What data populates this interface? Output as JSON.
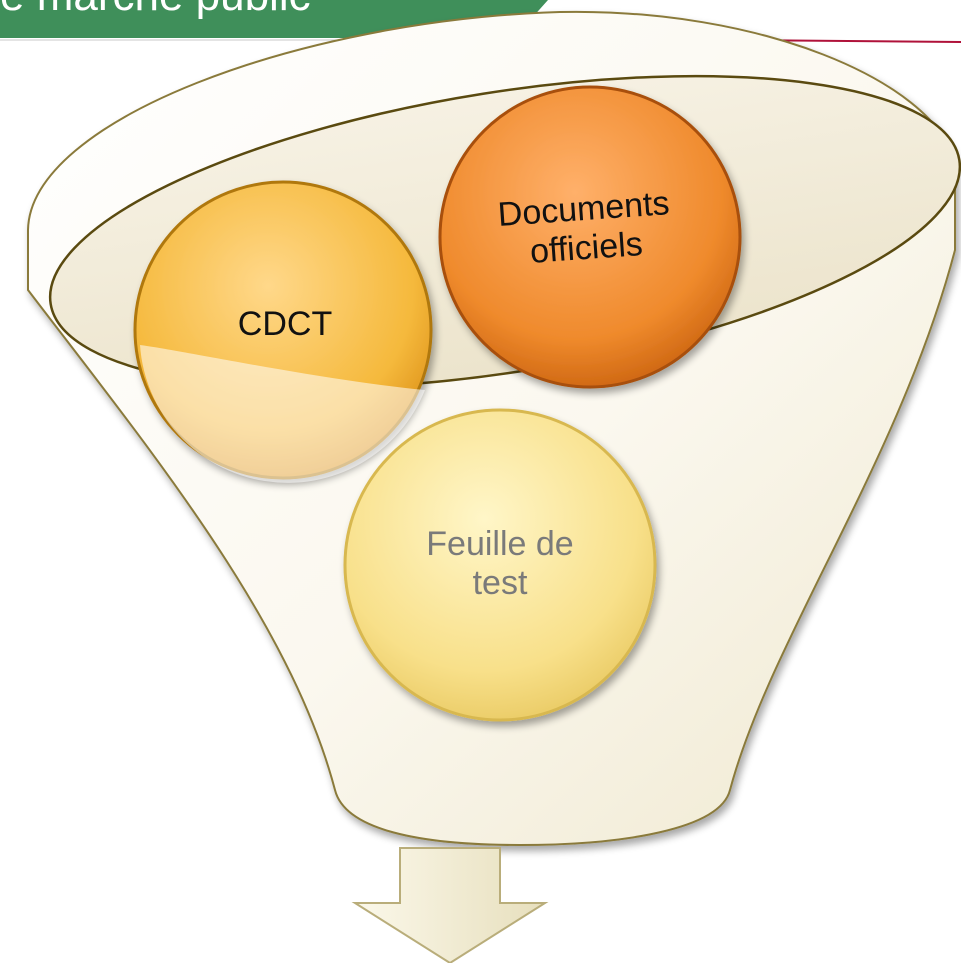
{
  "header": {
    "title": "e marché public",
    "bar_color": "#3f8f5a",
    "rule_color": "#b0123a"
  },
  "circles": {
    "cdct": {
      "label": "CDCT",
      "color": "#f5b93c"
    },
    "documents": {
      "label": "Documents officiels",
      "color": "#ef8a2c"
    },
    "feuille": {
      "label": "Feuille de test",
      "color": "#f8e08a"
    }
  },
  "arrow": {
    "direction": "down",
    "color": "#efe9c8"
  }
}
